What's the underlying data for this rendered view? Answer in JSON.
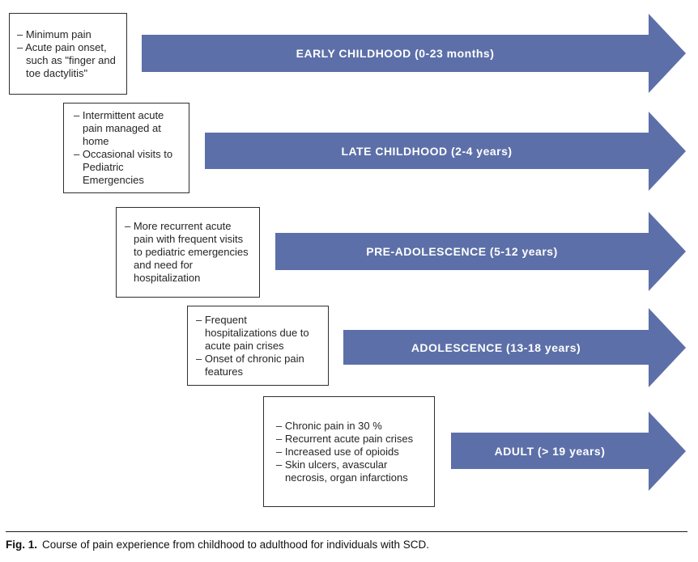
{
  "colors": {
    "arrow_fill": "#5c6fa8",
    "arrow_label_color": "#ffffff",
    "box_border": "#2f2f2f",
    "text": "#252525"
  },
  "stages": [
    {
      "label": "EARLY CHILDHOOD (0-23 months)",
      "notes": [
        "– Minimum pain",
        "– Acute pain onset, such as \"finger and toe dactylitis\""
      ]
    },
    {
      "label": "LATE CHILDHOOD (2-4 years)",
      "notes": [
        "– Intermittent acute pain managed at home",
        "– Occasional visits to Pediatric Emergencies"
      ]
    },
    {
      "label": "PRE-ADOLESCENCE (5-12 years)",
      "notes": [
        "– More recurrent acute pain with frequent visits to pediatric emergencies and need for hospitalization"
      ]
    },
    {
      "label": "ADOLESCENCE (13-18 years)",
      "notes": [
        "– Frequent hospitalizations due to acute pain crises",
        "– Onset of chronic pain features"
      ]
    },
    {
      "label": "ADULT (> 19 years)",
      "notes": [
        "– Chronic pain in 30 %",
        "– Recurrent acute pain crises",
        "– Increased use of opioids",
        "– Skin ulcers, avascular necrosis, organ infarctions"
      ]
    }
  ],
  "caption": {
    "label": "Fig. 1.",
    "text": "Course of pain experience from childhood to adulthood for individuals with SCD."
  }
}
